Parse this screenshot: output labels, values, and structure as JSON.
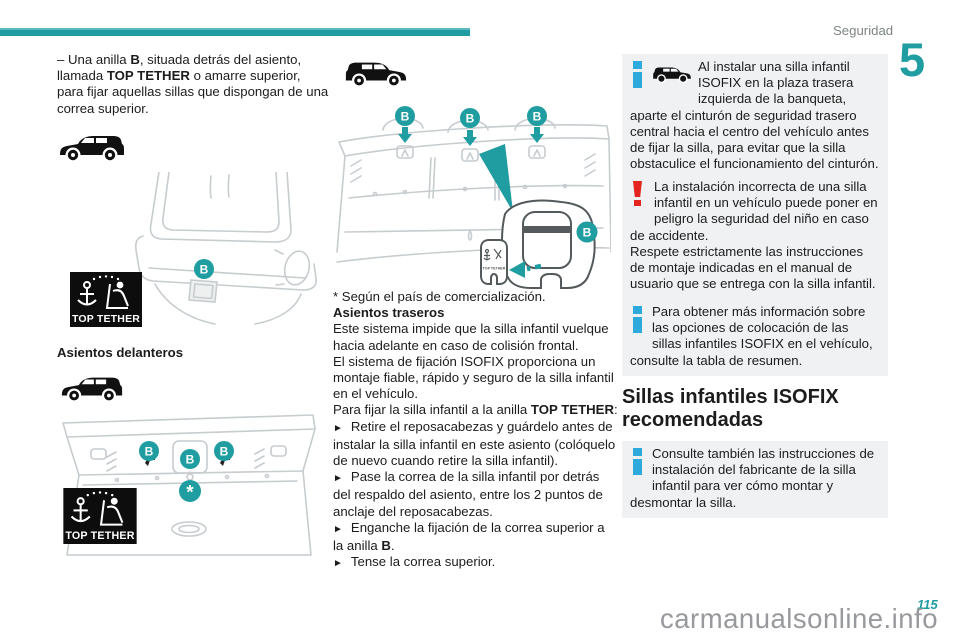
{
  "theme": {
    "accent_teal": "#1f9da1",
    "info_blue": "#2ea9dc",
    "warning_red": "#e2251f",
    "note_box_bg": "#eff1f2"
  },
  "page": {
    "chapter_label": "Seguridad",
    "chapter_number": "5",
    "page_number": "115",
    "watermark": "carmanualsonline.info"
  },
  "labels": {
    "top_tether": "TOP TETHER",
    "anchor_b": "B",
    "asterisk_marker": "*",
    "bullet": "►"
  },
  "left_column": {
    "p1": {
      "s1": "– Una anilla ",
      "b1": "B",
      "s2": ", situada detrás del asiento, llamada ",
      "b2": "TOP TETHER",
      "s3": " o amarre superior, para fijar aquellas sillas que dispongan de una correa superior."
    },
    "front_seats_heading": "Asientos delanteros"
  },
  "middle_column": {
    "note": "* Según el país de comercialización.",
    "rear_seats_heading": "Asientos traseros",
    "p2": "Este sistema impide que la silla infantil vuelque hacia adelante en caso de colisión frontal.",
    "p3": "El sistema de fijación ISOFIX proporciona un montaje fiable, rápido y seguro de la silla infantil en el vehículo.",
    "p4": {
      "s1": "Para fijar la silla infantil a la anilla ",
      "b1": "TOP TETHER",
      "s2": ":"
    },
    "bullets": [
      {
        "text": "Retire el reposacabezas y guárdelo antes de instalar la silla infantil en este asiento (colóquelo de nuevo cuando retire la silla infantil)."
      },
      {
        "text": "Pase la correa de la silla infantil por detrás del respaldo del asiento, entre los 2 puntos de anclaje del reposacabezas."
      },
      {
        "s1": "Enganche la fijación de la correa superior a la anilla ",
        "b1": "B",
        "s2": "."
      },
      {
        "text": "Tense la correa superior."
      }
    ]
  },
  "right_column": {
    "info_box_1": "Al instalar una silla infantil ISOFIX en la plaza trasera izquierda de la banqueta, aparte el cinturón de seguridad trasero central hacia el centro del vehículo antes de fijar la silla, para evitar que la silla obstaculice el funcionamiento del cinturón.",
    "warning_box": {
      "p1": "La instalación incorrecta de una silla infantil en un vehículo puede poner en peligro la seguridad del niño en caso de accidente.",
      "p2": "Respete estrictamente las instrucciones de montaje indicadas en el manual de usuario que se entrega con la silla infantil."
    },
    "info_box_2": "Para obtener más información sobre las opciones de colocación de las sillas infantiles ISOFIX en el vehículo, consulte la tabla de resumen.",
    "section_heading": "Sillas infantiles ISOFIX recomendadas",
    "info_box_3": "Consulte también las instrucciones de instalación del fabricante de la silla infantil para ver cómo montar y desmontar la silla."
  }
}
